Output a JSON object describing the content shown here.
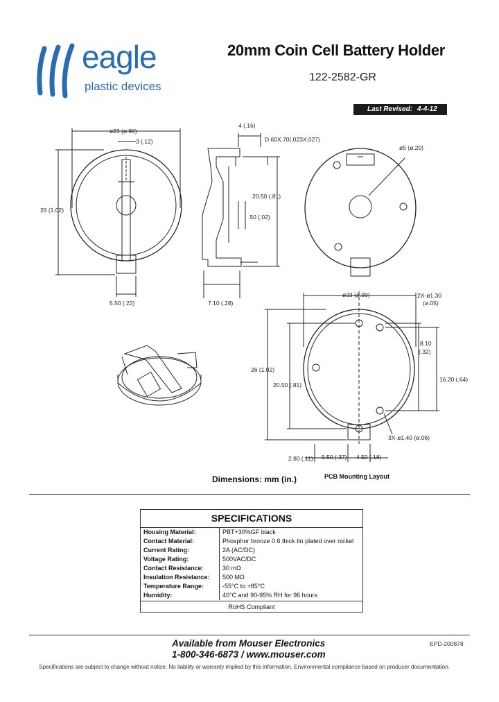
{
  "header": {
    "logo_word": "eagle",
    "logo_subtitle": "plastic devices",
    "title": "20mm Coin Cell Battery Holder",
    "part_number": "122-2582-GR",
    "revision_label": "Last Revised:",
    "revision_date": "4-4-12"
  },
  "drawing": {
    "front_view": {
      "diameter": "ø23 (ø.90)",
      "tab_offset": "3 (.12)",
      "height": "26 (1.02)",
      "tab_width": "5.50 (.22)"
    },
    "side_view": {
      "top_width": "4 (.16)",
      "pin_size": "D.60X.70(.023X.027)",
      "height": "20.50 (.81)",
      "thickness": ".50 (.02)",
      "depth": "7.10 (.28)"
    },
    "rear_view": {
      "hole": "ø5 (ø.20)"
    },
    "pcb_view": {
      "diameter": "ø23 (ø.90)",
      "pad_holes_2x": "2X-ø1.30",
      "pad_holes_2x_in": "(ø.05)",
      "pin_spacing_a": "8.10",
      "pin_spacing_a_in": "(.32)",
      "height": "26 (1.02)",
      "inner_height": "20.50 (.81)",
      "pin_spacing_b": "16.20 (.64)",
      "holes_3x": "3X-ø1.40 (ø.06)",
      "offset_a": "2.80 (.11)",
      "offset_b": "9.50 (.37)",
      "offset_c": "4.50 (.18)"
    },
    "dimensions_caption": "Dimensions: mm (in.)",
    "pcb_caption": "PCB Mounting Layout"
  },
  "specifications": {
    "title": "SPECIFICATIONS",
    "rows": [
      {
        "label": "Housing Material:",
        "value": "PBT+30%GF black"
      },
      {
        "label": "Contact Material:",
        "value": "Phosphor bronze 0.6 thick tin plated over nickel"
      },
      {
        "label": "Current Rating:",
        "value": "2A (AC/DC)"
      },
      {
        "label": "Voltage Rating:",
        "value": "500VAC/DC"
      },
      {
        "label": "Contact Resistance:",
        "value": "30 mΩ"
      },
      {
        "label": "Insulation Resistance:",
        "value": "500 MΩ"
      },
      {
        "label": "Temperature Range:",
        "value": "-55°C to +85°C"
      },
      {
        "label": "Humidity:",
        "value": "40°C and 90-95% RH for 96 hours"
      }
    ],
    "footer": "RoHS Compliant"
  },
  "footer": {
    "availability": "Available from Mouser Electronics",
    "contact": "1-800-346-6873 / www.mouser.com",
    "doc_id": "EPD-200878",
    "disclaimer": "Specifications are subject to change without notice.  No liability or warranty implied by this information.  Environmental compliance based on producer documentation."
  },
  "colors": {
    "brand_blue": "#2b6cb0",
    "line": "#222222",
    "revision_bar": "#1b1b1b"
  }
}
